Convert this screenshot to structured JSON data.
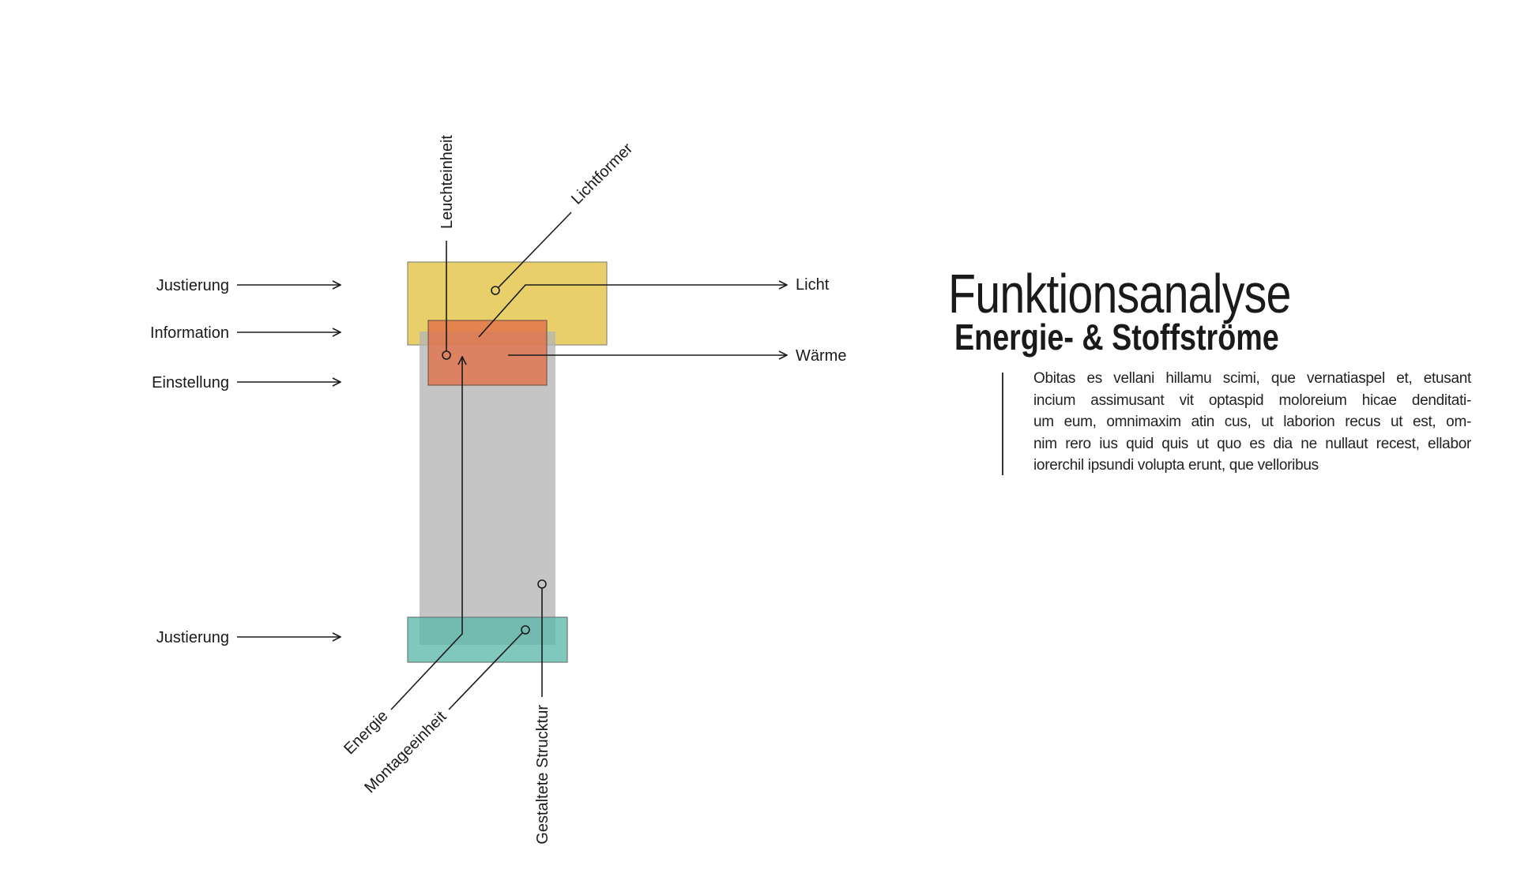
{
  "diagram": {
    "inputs": [
      "Justierung",
      "Information",
      "Einstellung",
      "Justierung"
    ],
    "outputs": [
      "Licht",
      "Wärme"
    ],
    "components": {
      "leuchteinheit": "Leuchteinheit",
      "lichtformer": "Lichtformer",
      "energie": "Energie",
      "montageeinheit": "Montageeinheit",
      "gestaltete_struktur": "Gestaltete Strucktur"
    },
    "colors": {
      "yellow": "#e9cf69",
      "orange": "#e0724a",
      "gray": "#b5b5b5",
      "teal": "#5cb8ac"
    }
  },
  "header": {
    "title": "Funktionsanalyse",
    "subtitle": "Energie- & Stoffströme"
  },
  "body": {
    "lines": [
      "Obitas es vellani hillamu scimi, que vernatiaspel et, etusant",
      "incium assimusant vit optaspid moloreium hicae denditati-",
      "um eum, omnimaxim atin cus, ut laborion recus ut est, om-",
      "nim rero ius quid quis ut quo es dia ne nullaut recest, ellabor",
      "iorerchil ipsundi volupta erunt, que velloribus"
    ]
  }
}
